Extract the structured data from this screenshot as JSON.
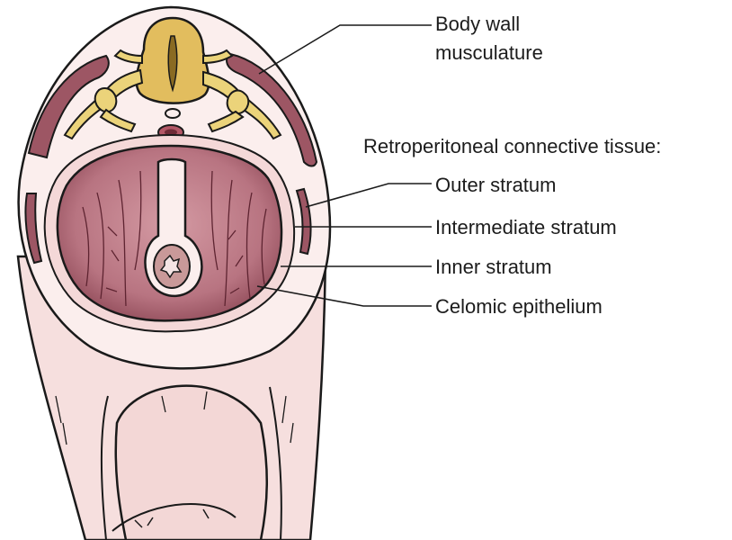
{
  "labels": {
    "body_wall_line1": "Body wall",
    "body_wall_line2": "musculature",
    "retro_heading": "Retroperitoneal connective tissue:",
    "outer_stratum": "Outer stratum",
    "intermediate_stratum": "Intermediate stratum",
    "inner_stratum": "Inner stratum",
    "celomic_epithelium": "Celomic epithelium"
  },
  "colors": {
    "skin": "#f7e3e2",
    "skin_shadow": "#efcfcd",
    "muscle": "#a8606e",
    "muscle_dark": "#7d3a48",
    "bone": "#e3bf62",
    "nerve": "#e8cf77",
    "outline": "#1a1a1a"
  }
}
